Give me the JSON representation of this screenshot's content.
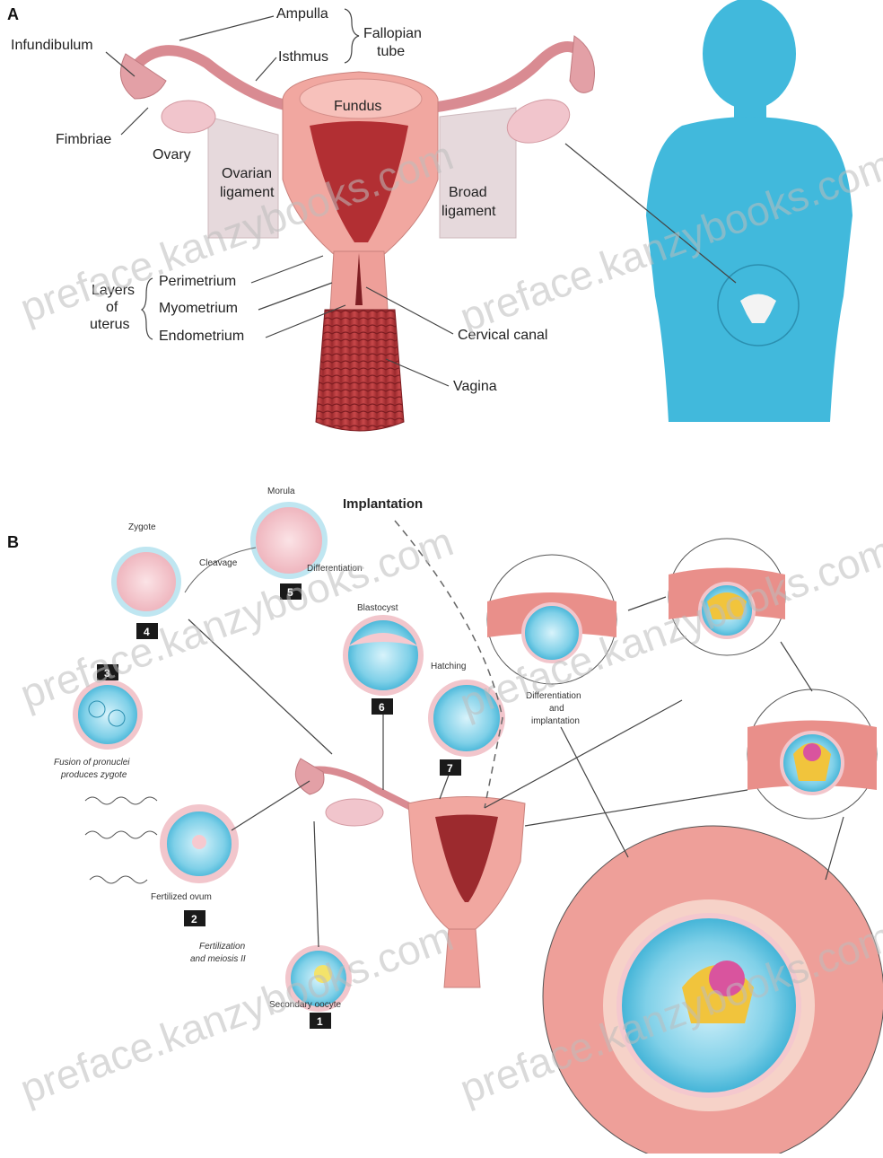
{
  "panel_a": {
    "letter": "A",
    "labels": {
      "ampulla": "Ampulla",
      "isthmus": "Isthmus",
      "fallopian_tube_line1": "Fallopian",
      "fallopian_tube_line2": "tube",
      "infundibulum": "Infundibulum",
      "fimbriae": "Fimbriae",
      "ovary": "Ovary",
      "fundus": "Fundus",
      "ovarian_ligament_line1": "Ovarian",
      "ovarian_ligament_line2": "ligament",
      "broad_ligament_line1": "Broad",
      "broad_ligament_line2": "ligament",
      "layers_line1": "Layers",
      "layers_line2": "of",
      "layers_line3": "uterus",
      "perimetrium": "Perimetrium",
      "myometrium": "Myometrium",
      "endometrium": "Endometrium",
      "cervical_canal": "Cervical canal",
      "vagina": "Vagina"
    }
  },
  "panel_b": {
    "letter": "B",
    "implantation": "Implantation",
    "labels": {
      "morula": "Morula",
      "zygote": "Zygote",
      "cleavage": "Cleavage",
      "differentiation": "Differentiation",
      "blastocyst": "Blastocyst",
      "hatching": "Hatching",
      "diff_impl_line1": "Differentiation",
      "diff_impl_line2": "and",
      "diff_impl_line3": "implantation",
      "fusion_line1": "Fusion of pronuclei",
      "fusion_line2": "produces zygote",
      "fertilized_ovum": "Fertilized ovum",
      "fert_meiosis_line1": "Fertilization",
      "fert_meiosis_line2": "and meiosis II",
      "secondary_oocyte": "Secondary oocyte"
    },
    "steps": [
      "1",
      "2",
      "3",
      "4",
      "5",
      "6",
      "7"
    ]
  },
  "watermark": "preface.kanzybooks.com",
  "colors": {
    "uterus_pink": "#f1a7a0",
    "uterus_dark": "#b22f33",
    "ligament": "#e9dde0",
    "silhouette": "#41b9dc",
    "cell_blue": "#8fd6ea",
    "cell_pink": "#f6c9cf"
  }
}
